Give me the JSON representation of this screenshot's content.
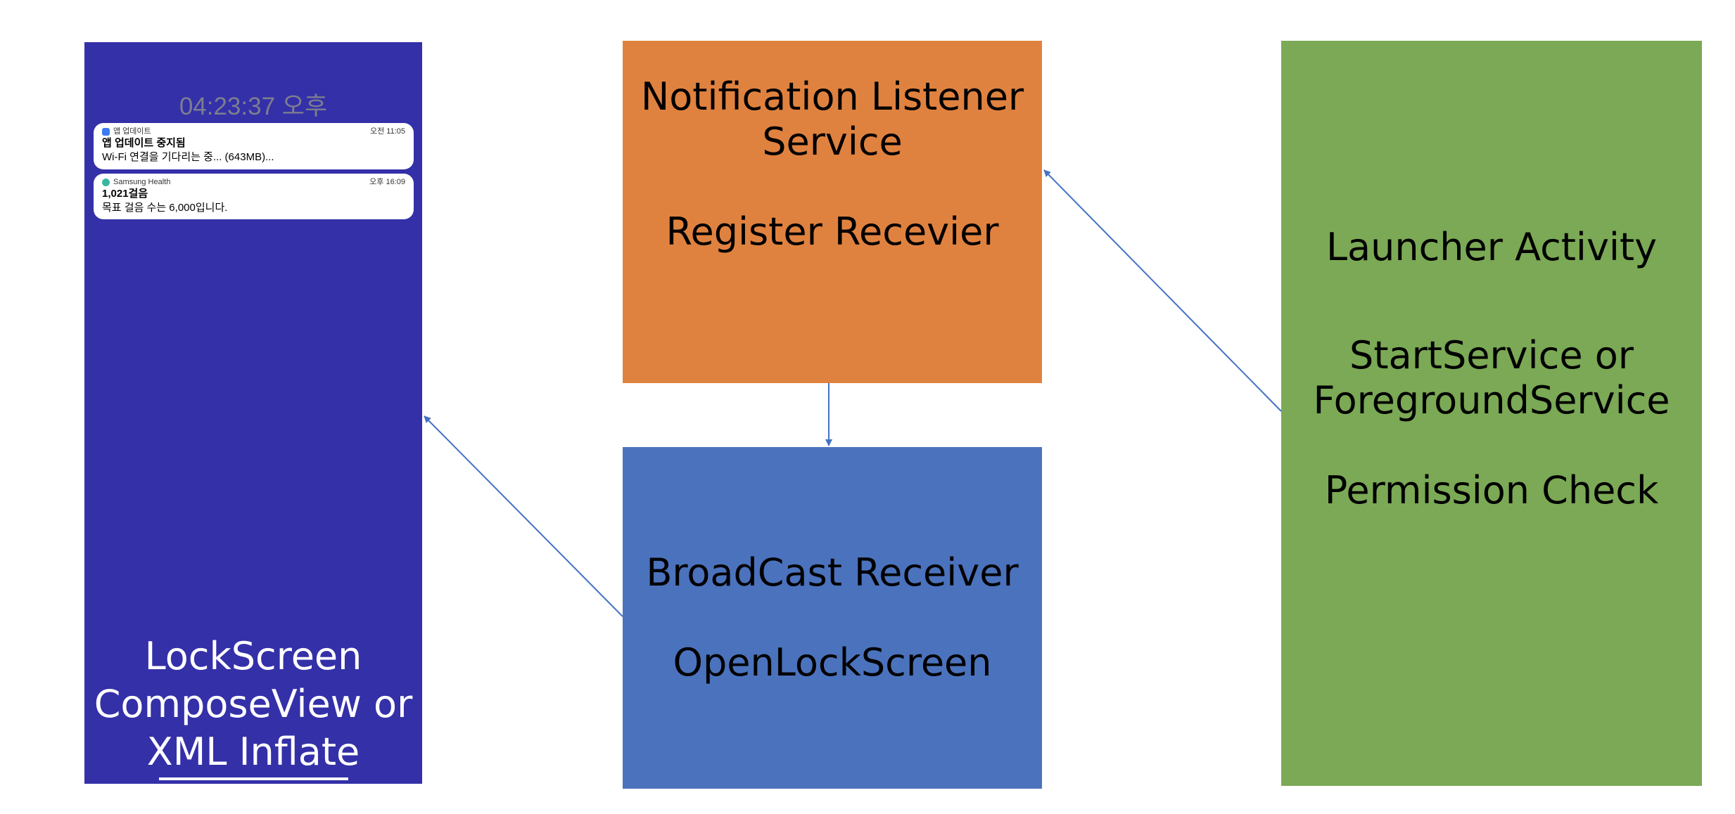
{
  "lockscreen": {
    "clock": "04:23:37 오후",
    "notifications": [
      {
        "app": "앱 업데이트",
        "time": "오전 11:05",
        "title": "앱 업데이트 중지됨",
        "body": "Wi-Fi 연결을 기다리는 중... (643MB)...",
        "icon_color": "#3D7BF2"
      },
      {
        "app": "Samsung Health",
        "time": "오후 16:09",
        "title": "1,021걸음",
        "body": "목표 걸음 수는 6,000입니다.",
        "icon_color": "#3BB7A0"
      }
    ],
    "lines": [
      "LockScreen",
      "ComposeView or",
      "XML Inflate"
    ],
    "color": "#3430A8"
  },
  "notification_service": {
    "lines": [
      "Notification Listener",
      "Service"
    ],
    "sub": "Register Recevier",
    "color": "#E0823F"
  },
  "broadcast": {
    "line1": "BroadCast Receiver",
    "line2": "OpenLockScreen",
    "color": "#4B72BC"
  },
  "launcher": {
    "title": "Launcher Activity",
    "lines": [
      "StartService or",
      "ForegroundService"
    ],
    "permission": "Permission Check",
    "color": "#7BA955"
  },
  "arrow_color": "#4472C4"
}
